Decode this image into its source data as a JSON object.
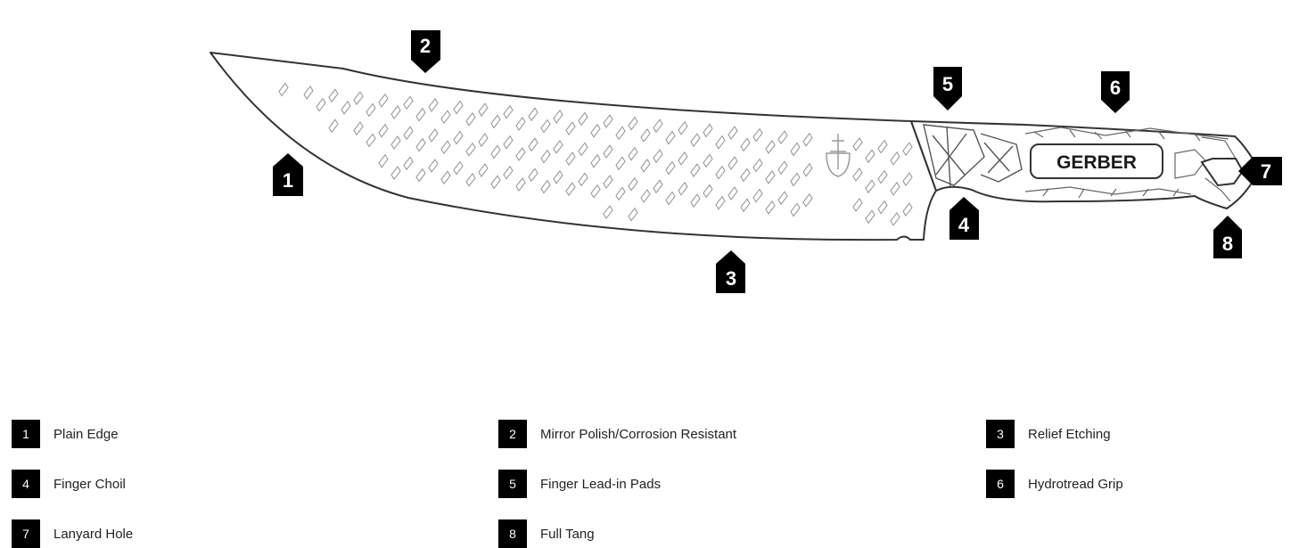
{
  "diagram": {
    "logo_text": "GERBER",
    "outline_color": "#333333",
    "etch_color": "#9a9a9a",
    "marker_color": "#000000",
    "markers": [
      "1",
      "2",
      "3",
      "4",
      "5",
      "6",
      "7",
      "8"
    ]
  },
  "legend": [
    {
      "number": "1",
      "label": "Plain Edge"
    },
    {
      "number": "2",
      "label": "Mirror Polish/Corrosion Resistant"
    },
    {
      "number": "3",
      "label": "Relief Etching"
    },
    {
      "number": "4",
      "label": "Finger Choil"
    },
    {
      "number": "5",
      "label": "Finger Lead-in Pads"
    },
    {
      "number": "6",
      "label": "Hydrotread Grip"
    },
    {
      "number": "7",
      "label": "Lanyard Hole"
    },
    {
      "number": "8",
      "label": "Full Tang"
    }
  ]
}
